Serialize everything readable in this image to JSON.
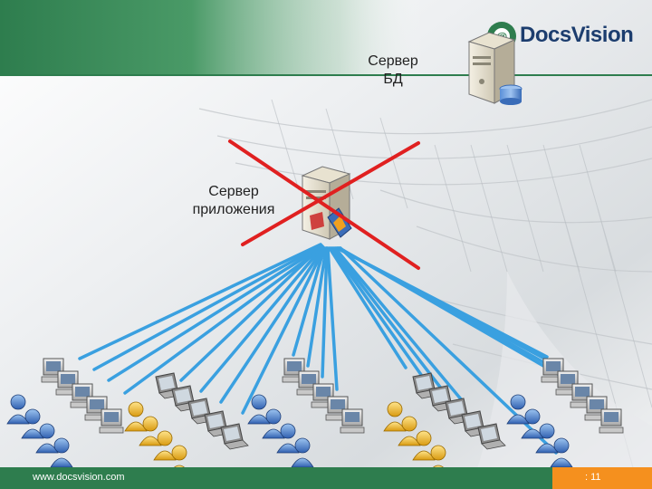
{
  "logo": {
    "brand_text": "DocsVision"
  },
  "servers": {
    "db_server_label": [
      "Сервер",
      "БД"
    ],
    "app_server_label": [
      "Сервер",
      "приложения"
    ]
  },
  "footer": {
    "url_text": "www.docsvision.com",
    "slide_number": ": 11"
  },
  "colors": {
    "header_green": "#2e7d4e",
    "cross_red": "#e02020",
    "connection_blue": "#3aa0e0",
    "footer_green": "#2e7d4e",
    "footer_orange": "#f5901e"
  },
  "icons": {
    "db_server": "server-with-database-icon",
    "app_server": "server-with-application-icon",
    "workgroup": "user-workstation-group-icon"
  }
}
